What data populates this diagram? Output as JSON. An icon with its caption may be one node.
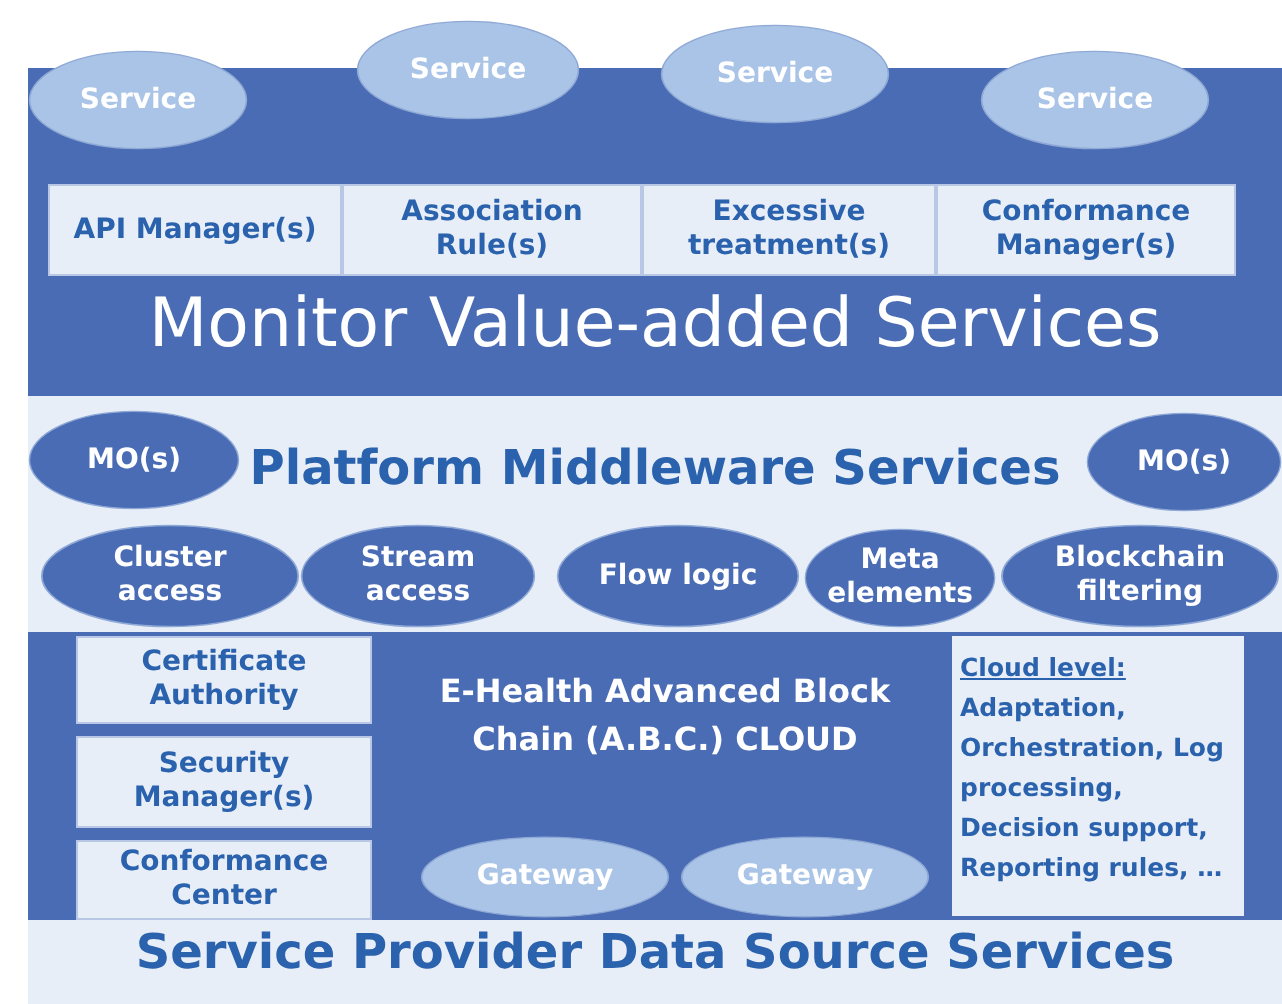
{
  "diagram": {
    "nodes": [
      {
        "text": [
          "Monitor Value-added Services"
        ]
      },
      {
        "text": [
          "Service"
        ]
      },
      {
        "text": [
          "Service"
        ]
      },
      {
        "text": [
          "Service"
        ]
      },
      {
        "text": [
          "Service"
        ]
      },
      {
        "text": [
          "API Manager(s)"
        ],
        "in": 0
      },
      {
        "text": [
          "Association Rule(s)"
        ],
        "in": 0
      },
      {
        "text": [
          "Excessive treatment(s)"
        ],
        "in": 0
      },
      {
        "text": [
          "Conformance Manager(s)"
        ],
        "in": 0
      },
      {
        "text": [
          "Platform Middleware Services"
        ]
      },
      {
        "text": [
          "MO(s)"
        ],
        "in": 9
      },
      {
        "text": [
          "MO(s)"
        ],
        "in": 9
      },
      {
        "text": [
          "Cluster access"
        ],
        "in": 9
      },
      {
        "text": [
          "Stream access"
        ],
        "in": 9
      },
      {
        "text": [
          "Flow logic"
        ],
        "in": 9
      },
      {
        "text": [
          "Meta elements"
        ],
        "in": 9
      },
      {
        "text": [
          "Blockchain filtering"
        ],
        "in": 9
      },
      {
        "text": [
          "E-Health Advanced Block Chain (A.B.C.) CLOUD"
        ]
      },
      {
        "text": [
          "Certificate Authority"
        ],
        "in": 17
      },
      {
        "text": [
          "Security Manager(s)"
        ],
        "in": 17
      },
      {
        "text": [
          "Conformance Center"
        ],
        "in": 17
      },
      {
        "text": [
          "Gateway"
        ],
        "in": 17
      },
      {
        "text": [
          "Gateway"
        ],
        "in": 17
      },
      {
        "text": [
          "Cloud level:",
          "Adaptation, Orchestration, Log processing, Decision support, Reporting rules, …"
        ],
        "in": 17
      },
      {
        "text": [
          "Service Provider Data Source Services"
        ]
      }
    ]
  }
}
